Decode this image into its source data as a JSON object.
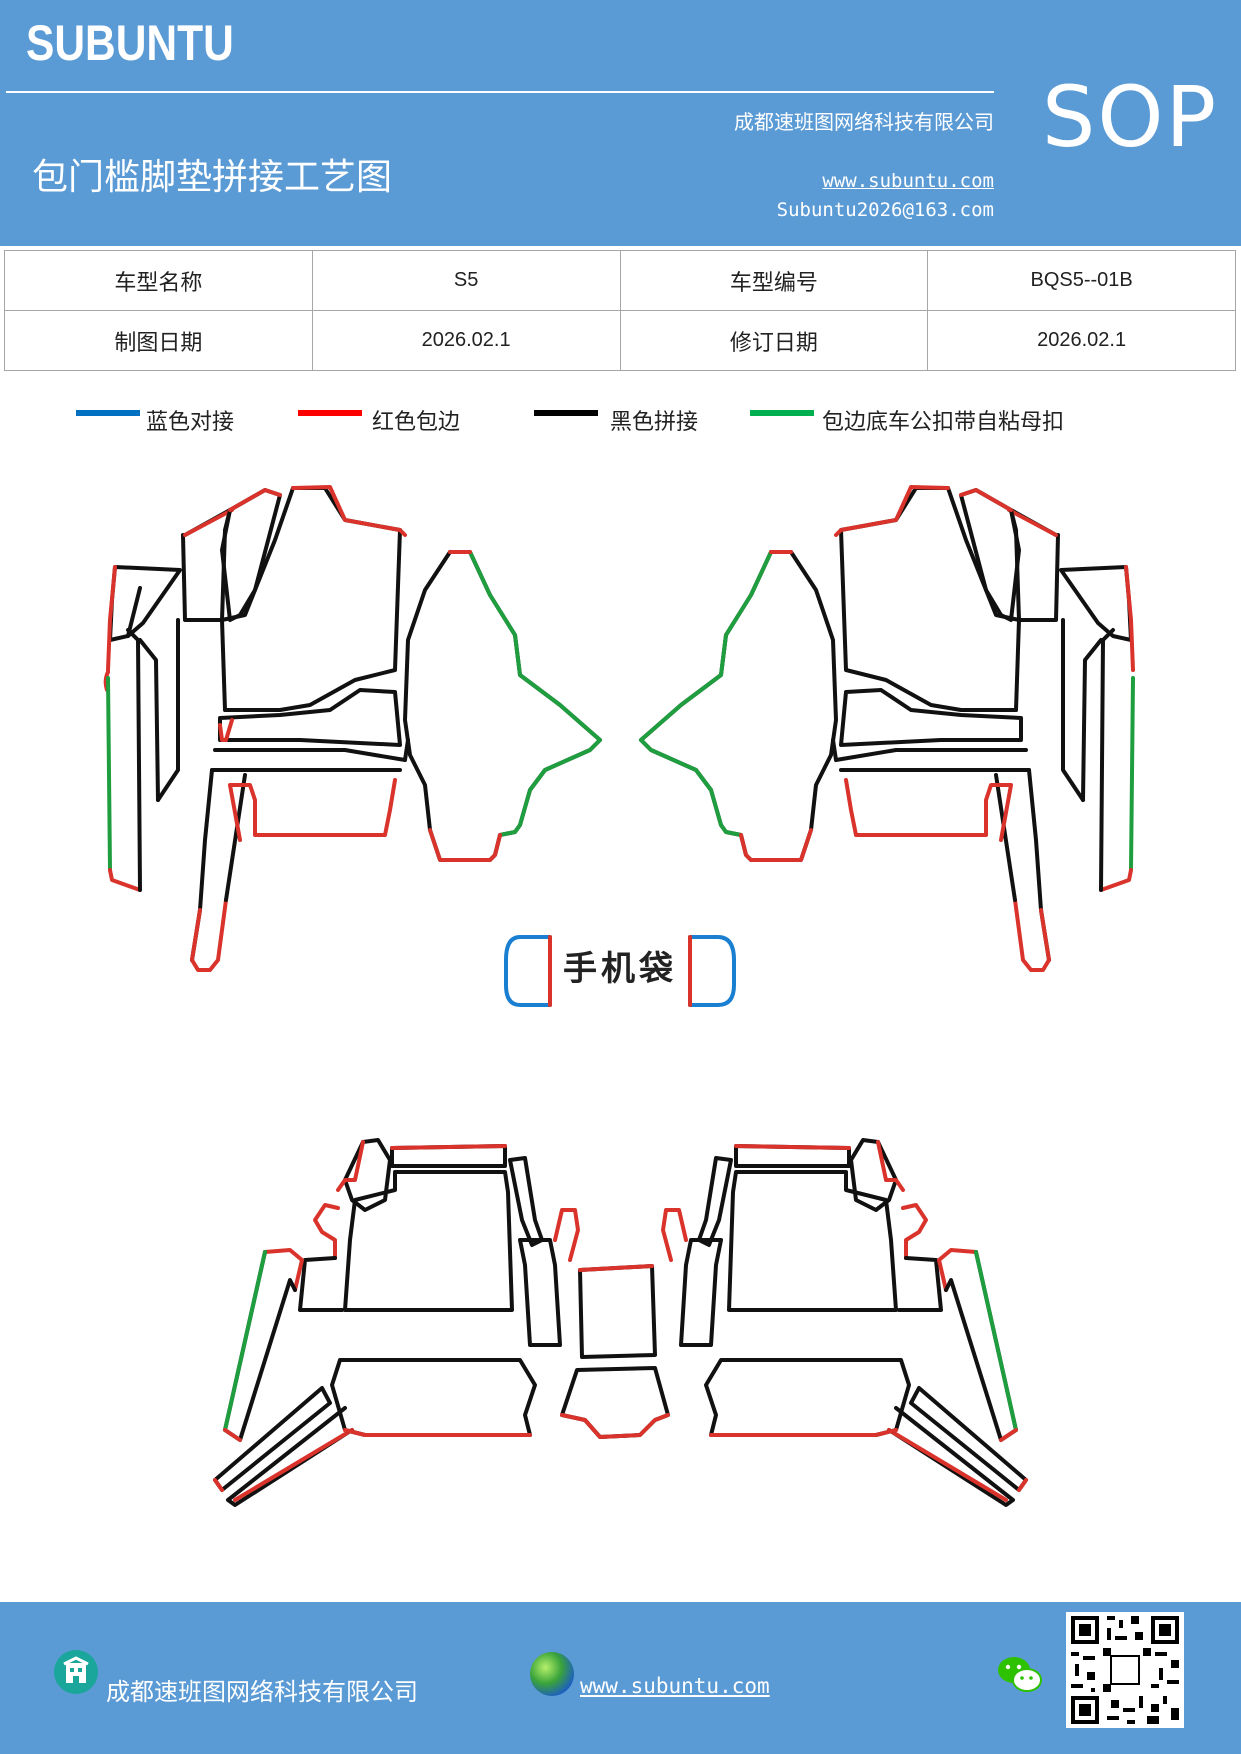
{
  "header": {
    "brand": "SUBUNTU",
    "company": "成都速班图网络科技有限公司",
    "title": "包门槛脚垫拼接工艺图",
    "website": "www.subuntu.com",
    "email": "Subuntu2026@163.com",
    "sop": "SOP"
  },
  "info_table": {
    "model_name_label": "车型名称",
    "model_name": "S5",
    "model_code_label": "车型编号",
    "model_code": "BQS5--01B",
    "draw_date_label": "制图日期",
    "draw_date": "2026.02.1",
    "revise_date_label": "修订日期",
    "revise_date": "2026.02.1"
  },
  "legend": [
    {
      "label": "蓝色对接",
      "color": "#0070c0"
    },
    {
      "label": "红色包边",
      "color": "#ff0000"
    },
    {
      "label": "黑色拼接",
      "color": "#000000"
    },
    {
      "label": "包边底车公扣带自粘母扣",
      "color": "#00b050"
    }
  ],
  "diagram": {
    "phone_pocket_label": "手机袋"
  },
  "footer": {
    "company": "成都速班图网络科技有限公司",
    "website": "www.subuntu.com "
  },
  "colors": {
    "header_bg": "#5b9bd5",
    "red_edge": "#d9332b",
    "green_edge": "#1e9e3e",
    "blue_edge": "#1a7fd0",
    "black_seam": "#111111"
  }
}
